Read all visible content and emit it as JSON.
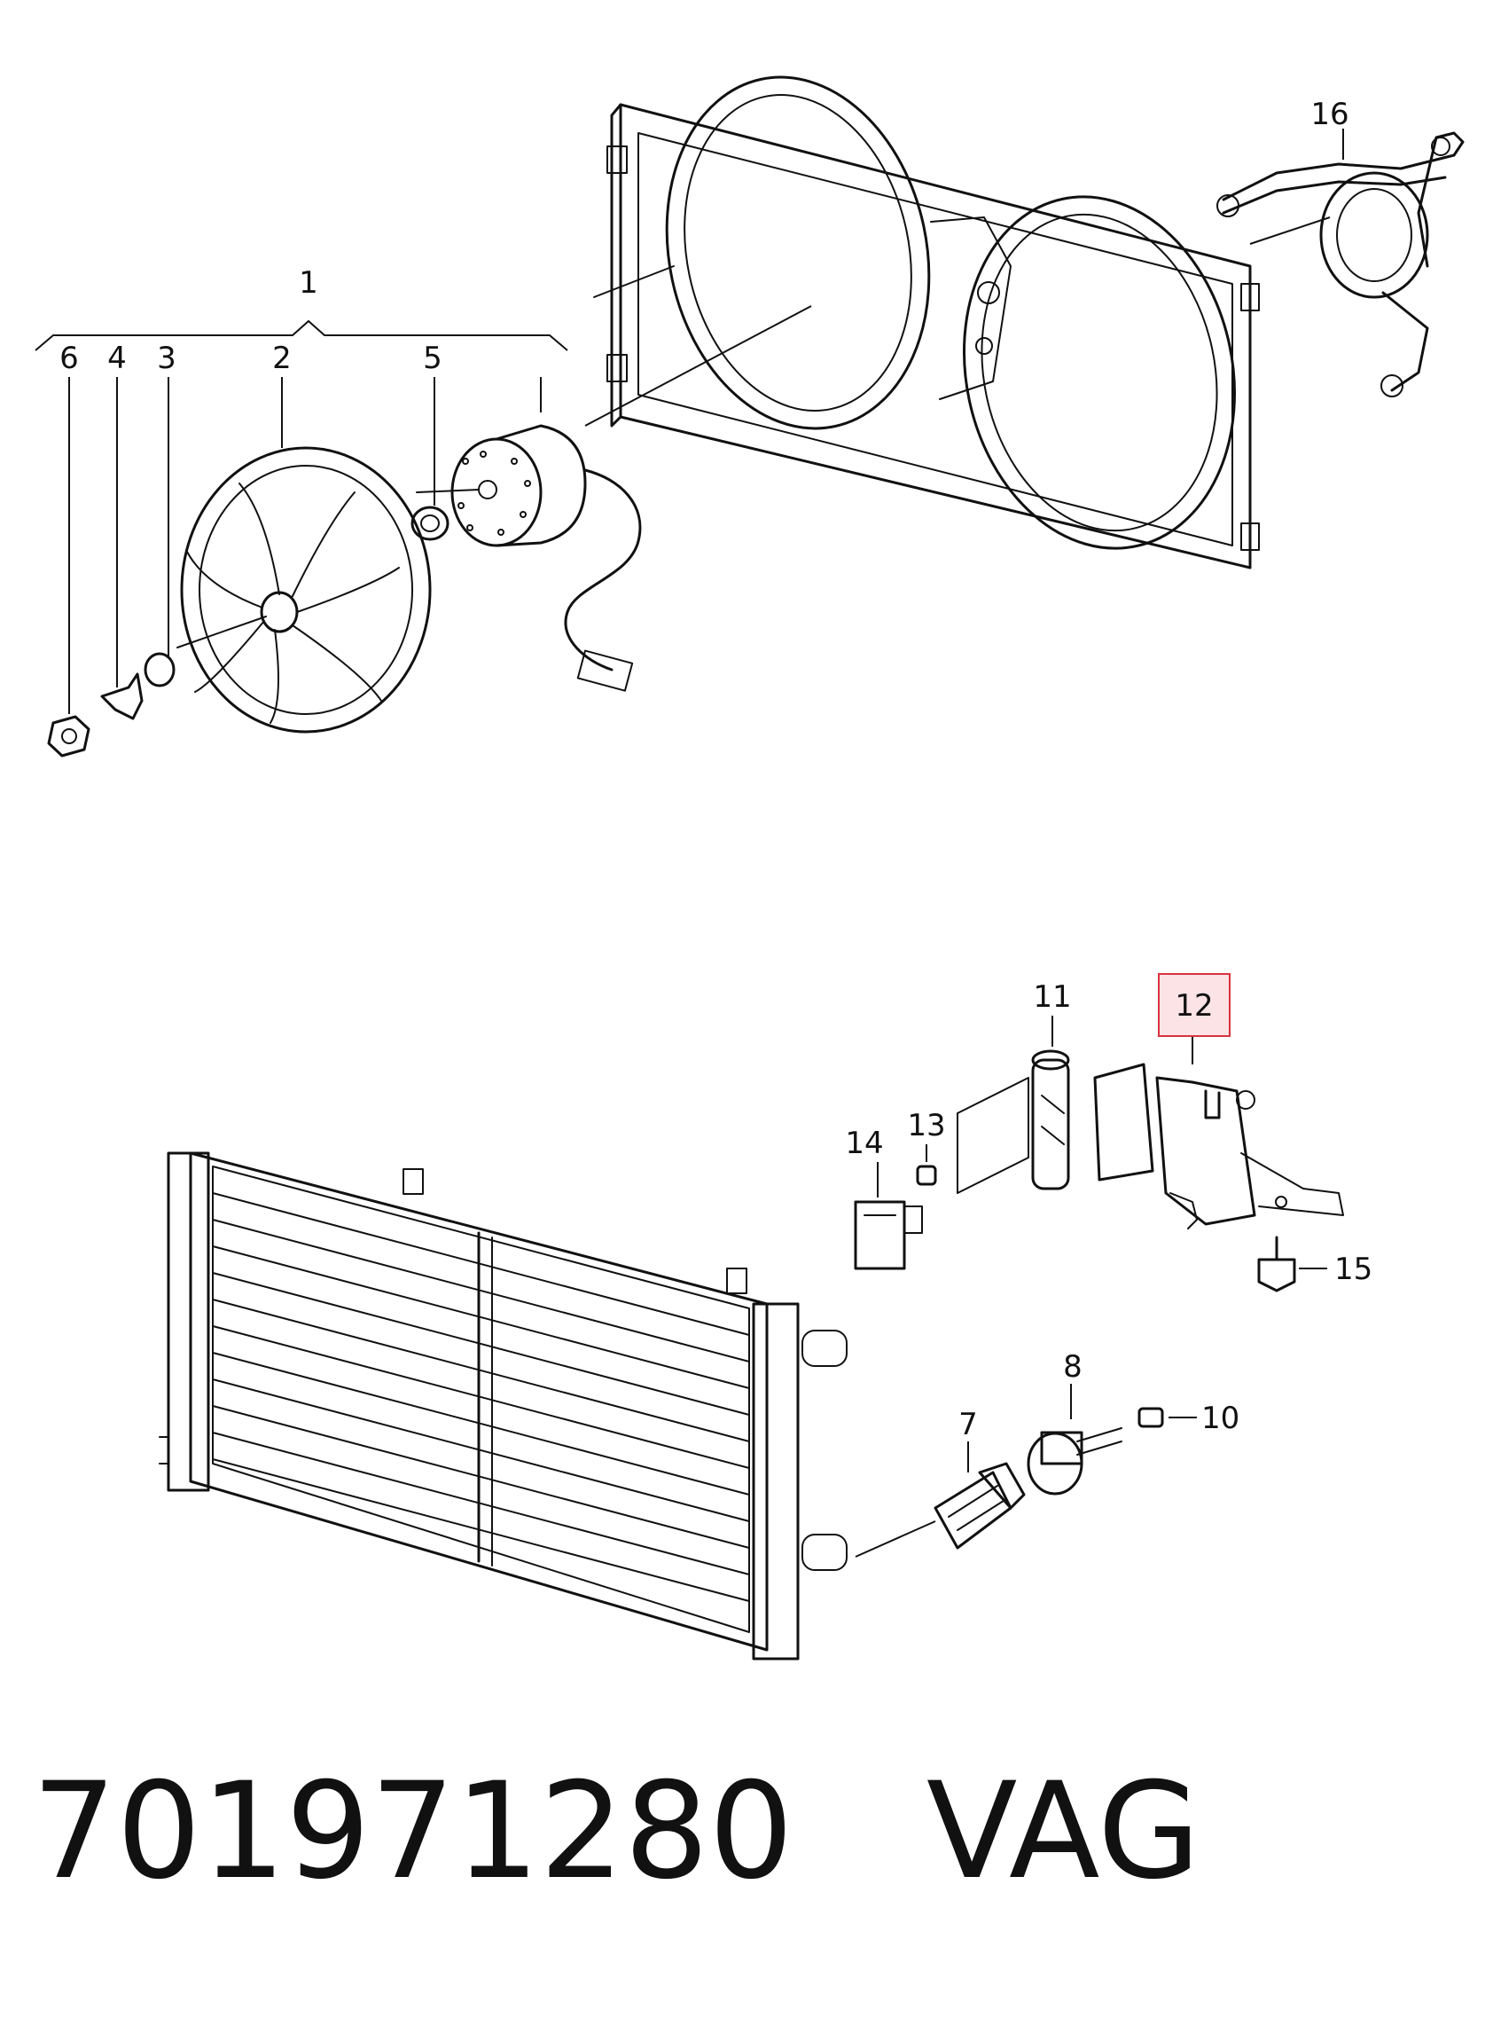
{
  "callouts": {
    "c1": "1",
    "c2": "2",
    "c3": "3",
    "c4": "4",
    "c5": "5",
    "c6": "6",
    "c7": "7",
    "c8": "8",
    "c10": "10",
    "c11": "11",
    "c12": "12",
    "c13": "13",
    "c14": "14",
    "c15": "15",
    "c16": "16"
  },
  "highlighted_callout": "12",
  "colors": {
    "highlight_fill": "#fbe3e6",
    "highlight_stroke": "#d9323f",
    "ink": "#111111"
  },
  "footer": {
    "part_number": "701971280",
    "brand": "VAG"
  }
}
